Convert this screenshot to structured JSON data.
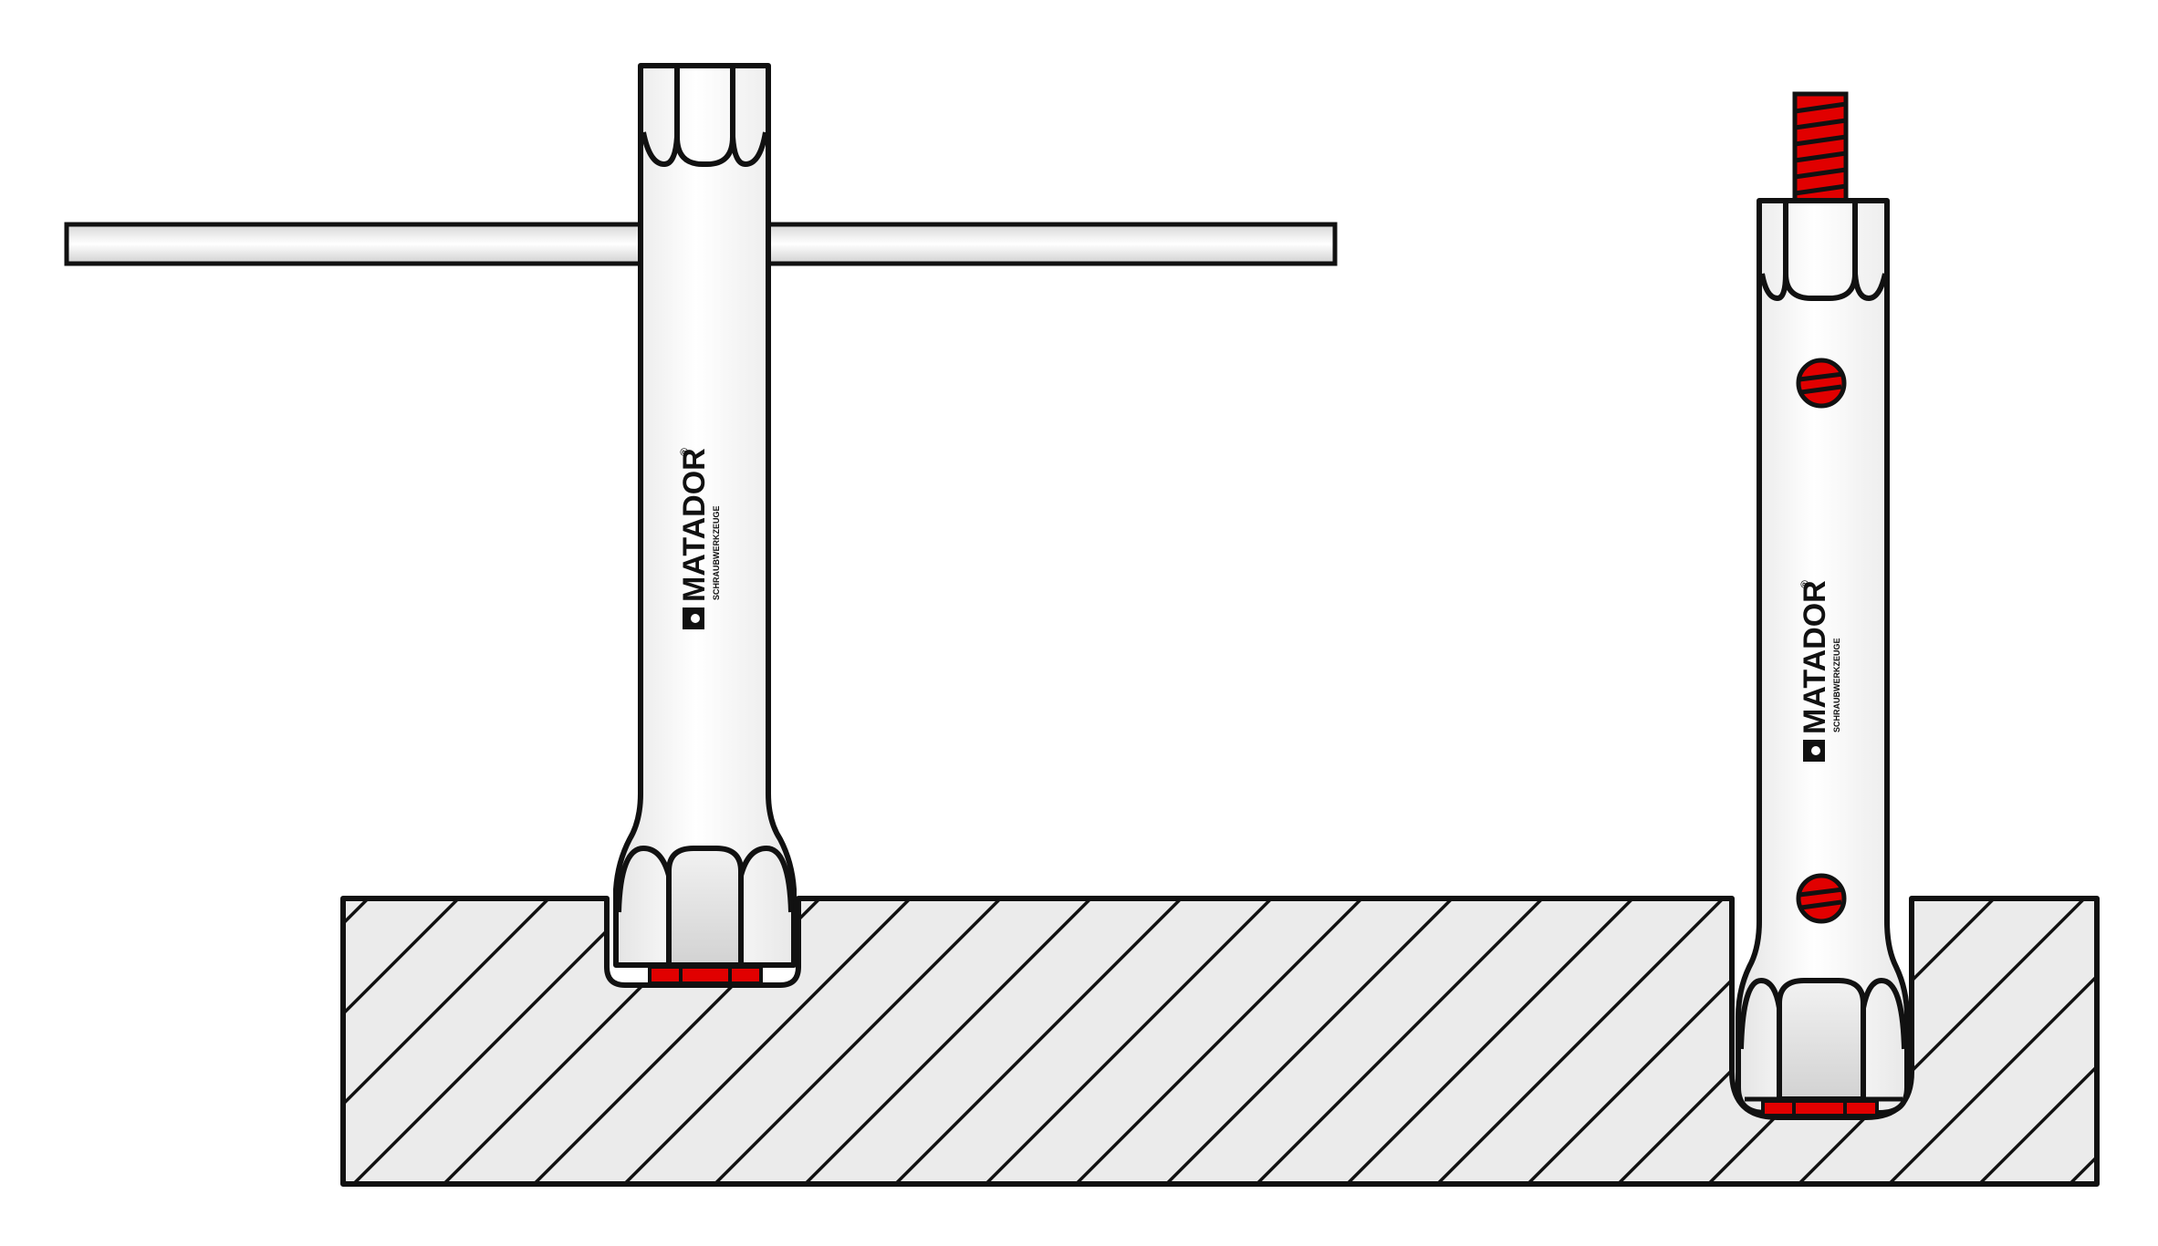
{
  "illustration": {
    "subject": "Tubular box spanners inserted in recessed nuts (cross-section)",
    "colors": {
      "outline": "#111111",
      "tube_fill": "#f4f4f4",
      "hatch_fill": "#ebebeb",
      "accent_red": "#e10000",
      "background": "#ffffff"
    },
    "left_tool": {
      "name": "Box spanner with tommy bar",
      "logo": {
        "brand": "MATADOR",
        "registered": "®",
        "tagline": "SCHRAUBWERKZEUGE"
      }
    },
    "right_tool": {
      "name": "Box spanner with threaded rod and pins",
      "logo": {
        "brand": "MATADOR",
        "registered": "®",
        "tagline": "SCHRAUBWERKZEUGE"
      }
    },
    "workpiece": {
      "name": "Hatched cross-section block"
    }
  }
}
